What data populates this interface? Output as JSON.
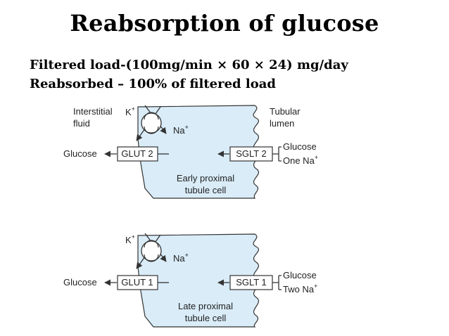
{
  "slide": {
    "title": "Reabsorption of glucose",
    "line1": "Filtered load-(100mg/min × 60 ×  24) mg/day",
    "line2": "Reabsorbed – 100% of filtered load"
  },
  "diagram": {
    "colors": {
      "cell_fill": "#d9ecf8",
      "stroke": "#333333"
    },
    "top": {
      "interstitial_line1": "Interstitial",
      "interstitial_line2": "fluid",
      "tubular_line1": "Tubular",
      "tubular_line2": "lumen",
      "k": "K",
      "plus": "+",
      "na": "Na",
      "glucose_out": "Glucose",
      "glut": "GLUT 2",
      "sglt": "SGLT 2",
      "glucose_in": "Glucose",
      "na_in": "One Na",
      "cell_line1": "Early proximal",
      "cell_line2": "tubule cell"
    },
    "bottom": {
      "k": "K",
      "plus": "+",
      "na": "Na",
      "glucose_out": "Glucose",
      "glut": "GLUT 1",
      "sglt": "SGLT 1",
      "glucose_in": "Glucose",
      "na_in": "Two Na",
      "cell_line1": "Late proximal",
      "cell_line2": "tubule cell"
    }
  }
}
